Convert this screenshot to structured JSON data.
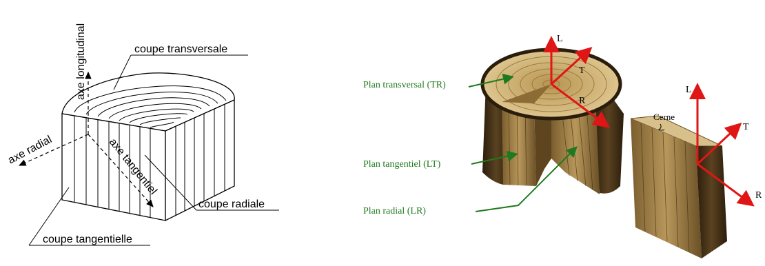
{
  "left_diagram": {
    "labels": {
      "coupe_transversale": "coupe transversale",
      "axe_longitudinal": "axe longitudinal",
      "axe_radial": "axe radial",
      "axe_tangentiel": "axe tangentiel",
      "coupe_radiale": "coupe radiale",
      "coupe_tangentielle": "coupe tangentielle"
    }
  },
  "right_diagram": {
    "planes": {
      "transversal": "Plan transversal (TR)",
      "tangentiel": "Plan tangentiel (LT)",
      "radial": "Plan radial (LR)"
    },
    "axes_log": {
      "L": "L",
      "T": "T",
      "R": "R"
    },
    "axes_block": {
      "L": "L",
      "T": "T",
      "R": "R"
    },
    "cerne": "Cerne"
  },
  "colors": {
    "plane_label": "#1f7a1f",
    "axis_arrow": "#e01616",
    "wood_dark": "#3b2a12",
    "wood_light": "#d8c08a"
  }
}
